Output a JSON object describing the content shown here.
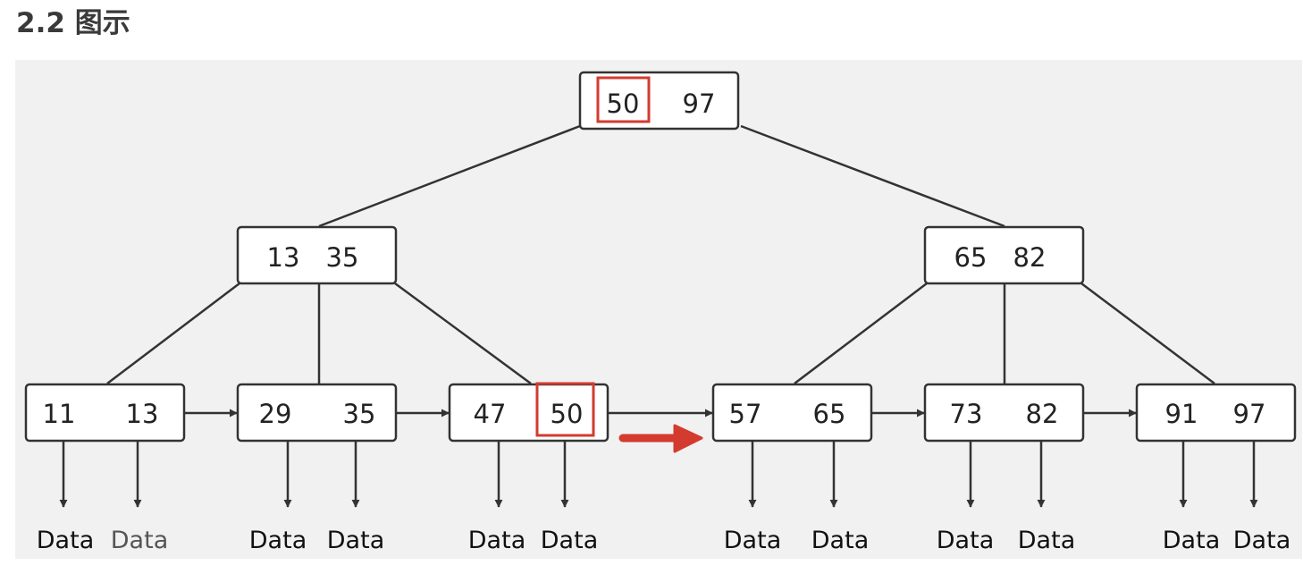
{
  "heading": "2.2 图示",
  "colors": {
    "highlight": "#d33b2f",
    "line": "#333333",
    "background": "#f1f1f1"
  },
  "tree": {
    "root": {
      "keys": [
        "50",
        "97"
      ]
    },
    "internal": [
      {
        "keys": [
          "13",
          "35"
        ]
      },
      {
        "keys": [
          "65",
          "82"
        ]
      }
    ],
    "leaves": [
      {
        "keys": [
          "11",
          "13"
        ],
        "data": [
          "Data",
          "Data"
        ]
      },
      {
        "keys": [
          "29",
          "35"
        ],
        "data": [
          "Data",
          "Data"
        ]
      },
      {
        "keys": [
          "47",
          "50"
        ],
        "data": [
          "Data",
          "Data"
        ]
      },
      {
        "keys": [
          "57",
          "65"
        ],
        "data": [
          "Data",
          "Data"
        ]
      },
      {
        "keys": [
          "73",
          "82"
        ],
        "data": [
          "Data",
          "Data"
        ]
      },
      {
        "keys": [
          "91",
          "97"
        ],
        "data": [
          "Data",
          "Data"
        ]
      }
    ]
  },
  "highlighted_keys": [
    "root key 50",
    "leaf 3 key 50"
  ]
}
